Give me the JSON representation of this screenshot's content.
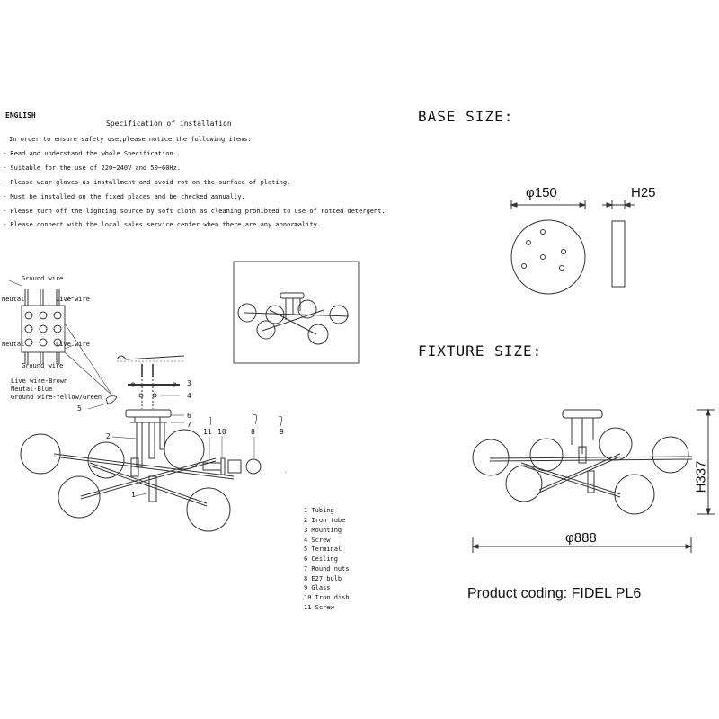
{
  "instructions": {
    "language": "ENGLISH",
    "title": "Specification of installation",
    "intro": "In order to ensure safety use,please notice the following items:",
    "rules": [
      "·  Read and understand the whole Specification.",
      "·  Suitable for the use of 220~240V and 50~60Hz.",
      "·  Please wear gloves as installment and avoid rot on the surface of plating.",
      "·  Must be installed on the fixed places and be checked annually.",
      "·  Please turn off the lighting source by soft cloth as cleaning prohibted to use of rotted detergent.",
      "·  Please connect with the local sales service center when there are any abnormality."
    ]
  },
  "wiring": {
    "ground_wire_top": "Ground wire",
    "neutral_top": "Neutal",
    "live_top": "Live wire",
    "neutral_bottom": "Neutal",
    "live_bottom": "Live wire",
    "ground_wire_bottom": "Ground wire",
    "color_codes": [
      "Live wire-Brown",
      "Neutal-Blue",
      "Ground wire-Yellow/Green"
    ]
  },
  "callouts": [
    "1",
    "2",
    "3",
    "4",
    "5",
    "6",
    "7",
    "8",
    "9",
    "10",
    "11"
  ],
  "parts_legend": [
    "1 Tubing",
    "2 Iron tube",
    "3 Mounting",
    "4 Screw",
    "5 Terminal",
    "6 Ceiling",
    "7 Round nuts",
    "8 E27 bulb",
    "9 Glass",
    "10 Iron dish",
    "11 Screw"
  ],
  "base_size": {
    "title": "BASE SIZE:",
    "diameter": "φ150",
    "height": "H25"
  },
  "fixture_size": {
    "title": "FIXTURE SIZE:",
    "diameter": "φ888",
    "height": "H337"
  },
  "product_coding": "Product coding: FIDEL PL6"
}
